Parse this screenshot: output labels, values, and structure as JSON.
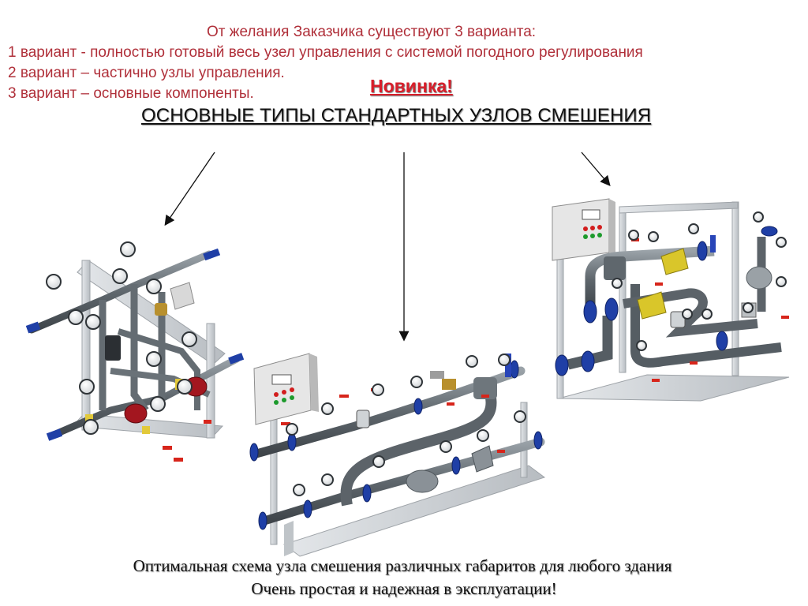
{
  "intro": {
    "line0": "От желания Заказчика существуют 3 варианта:",
    "line1": "1 вариант  - полностью готовый весь узел управления с системой погодного регулирования",
    "line2": "2 вариант – частично узлы управления.",
    "line3": "3 вариант – основные компоненты."
  },
  "badge": "Новинка!",
  "heading": "ОСНОВНЫЕ ТИПЫ СТАНДАРТНЫХ УЗЛОВ СМЕШЕНИЯ",
  "footer": {
    "line1": "Оптимальная схема узла смешения различных габаритов  для любого здания",
    "line2": "Очень простая и надежная в эксплуатации!"
  },
  "colors": {
    "intro_text": "#b0303a",
    "badge": "#d81e2a",
    "frame": "#c9cdd2",
    "pipe": "#6f777d",
    "flange_blue": "#1f3fa6",
    "valve_yellow": "#d9c62a",
    "pump_red": "#a3161f",
    "cabinet": "#e6e6e6"
  }
}
